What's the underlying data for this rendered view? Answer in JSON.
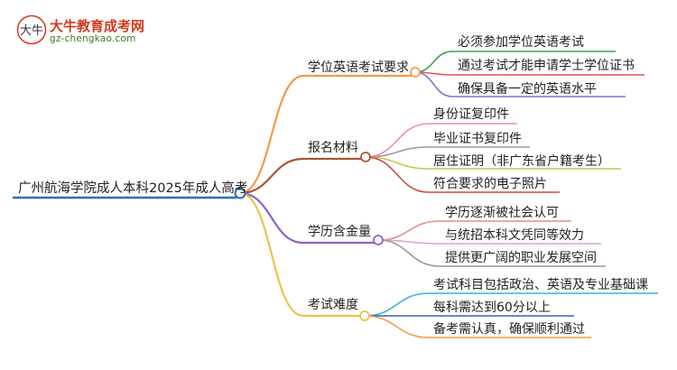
{
  "logo": {
    "title": "大牛教育成考网",
    "url": "gz-chengkao.com",
    "mark_text": "大牛"
  },
  "root": {
    "label": "广州航海学院成人本科2025年成人高考",
    "color": "#2f6db5"
  },
  "branches": [
    {
      "label": "学位英语考试要求",
      "color": "#f39a4a",
      "children": [
        {
          "label": "必须参加学位英语考试",
          "color": "#3aa44a"
        },
        {
          "label": "通过考试才能申请学士学位证书",
          "color": "#e25454"
        },
        {
          "label": "确保具备一定的英语水平",
          "color": "#8e6ad6"
        }
      ]
    },
    {
      "label": "报名材料",
      "color": "#a7573a",
      "children": [
        {
          "label": "身份证复印件",
          "color": "#e98cc3"
        },
        {
          "label": "毕业证书复印件",
          "color": "#9a9a9a"
        },
        {
          "label": "居住证明（非广东省户籍考生）",
          "color": "#c7c64a"
        },
        {
          "label": "符合要求的电子照片",
          "color": "#d44a3a"
        }
      ]
    },
    {
      "label": "学历含金量",
      "color": "#8a64c8",
      "children": [
        {
          "label": "学历逐渐被社会认可",
          "color": "#e98a88"
        },
        {
          "label": "与统招本科文凭同等效力",
          "color": "#d6a3d2"
        },
        {
          "label": "提供更广阔的职业发展空间",
          "color": "#9a9a9a"
        }
      ]
    },
    {
      "label": "考试难度",
      "color": "#ecc24a",
      "children": [
        {
          "label": "考试科目包括政治、英语及专业基础课",
          "color": "#35b6d0"
        },
        {
          "label": "每科需达到60分以上",
          "color": "#3a5fc0"
        },
        {
          "label": "备考需认真，确保顺利通过",
          "color": "#f39a4a"
        }
      ]
    }
  ]
}
